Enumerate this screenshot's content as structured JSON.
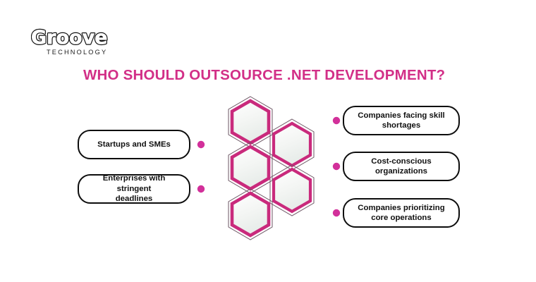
{
  "brand": {
    "name": "Groove",
    "tagline": "TECHNOLOGY",
    "logo_icon": "groove-technology-logo"
  },
  "header": {
    "title": "WHO SHOULD OUTSOURCE .NET DEVELOPMENT?",
    "title_color": "#D22F87"
  },
  "colors": {
    "accent_pink": "#D22F87",
    "hex_stroke": "#C92A7C",
    "hex_outline": "#6b5563",
    "connector": "#D2559B",
    "box_border": "#0d0d0d",
    "text": "#111111",
    "background": "#ffffff"
  },
  "diagram": {
    "left_items": [
      {
        "label": "Startups and SMEs",
        "lines": [
          "Startups and SMEs"
        ]
      },
      {
        "label": "Enterprises with stringent deadlines",
        "lines": [
          "Enterprises with stringent",
          "deadlines"
        ]
      }
    ],
    "right_items": [
      {
        "label": "Companies facing skill shortages",
        "lines": [
          "Companies facing skill",
          "shortages"
        ]
      },
      {
        "label": "Cost-conscious organizations",
        "lines": [
          "Cost-conscious",
          "organizations"
        ]
      },
      {
        "label": "Companies prioritizing core operations",
        "lines": [
          "Companies prioritizing",
          "core operations"
        ]
      }
    ],
    "hexagon_count": 5,
    "connector_dot_count": 5
  }
}
